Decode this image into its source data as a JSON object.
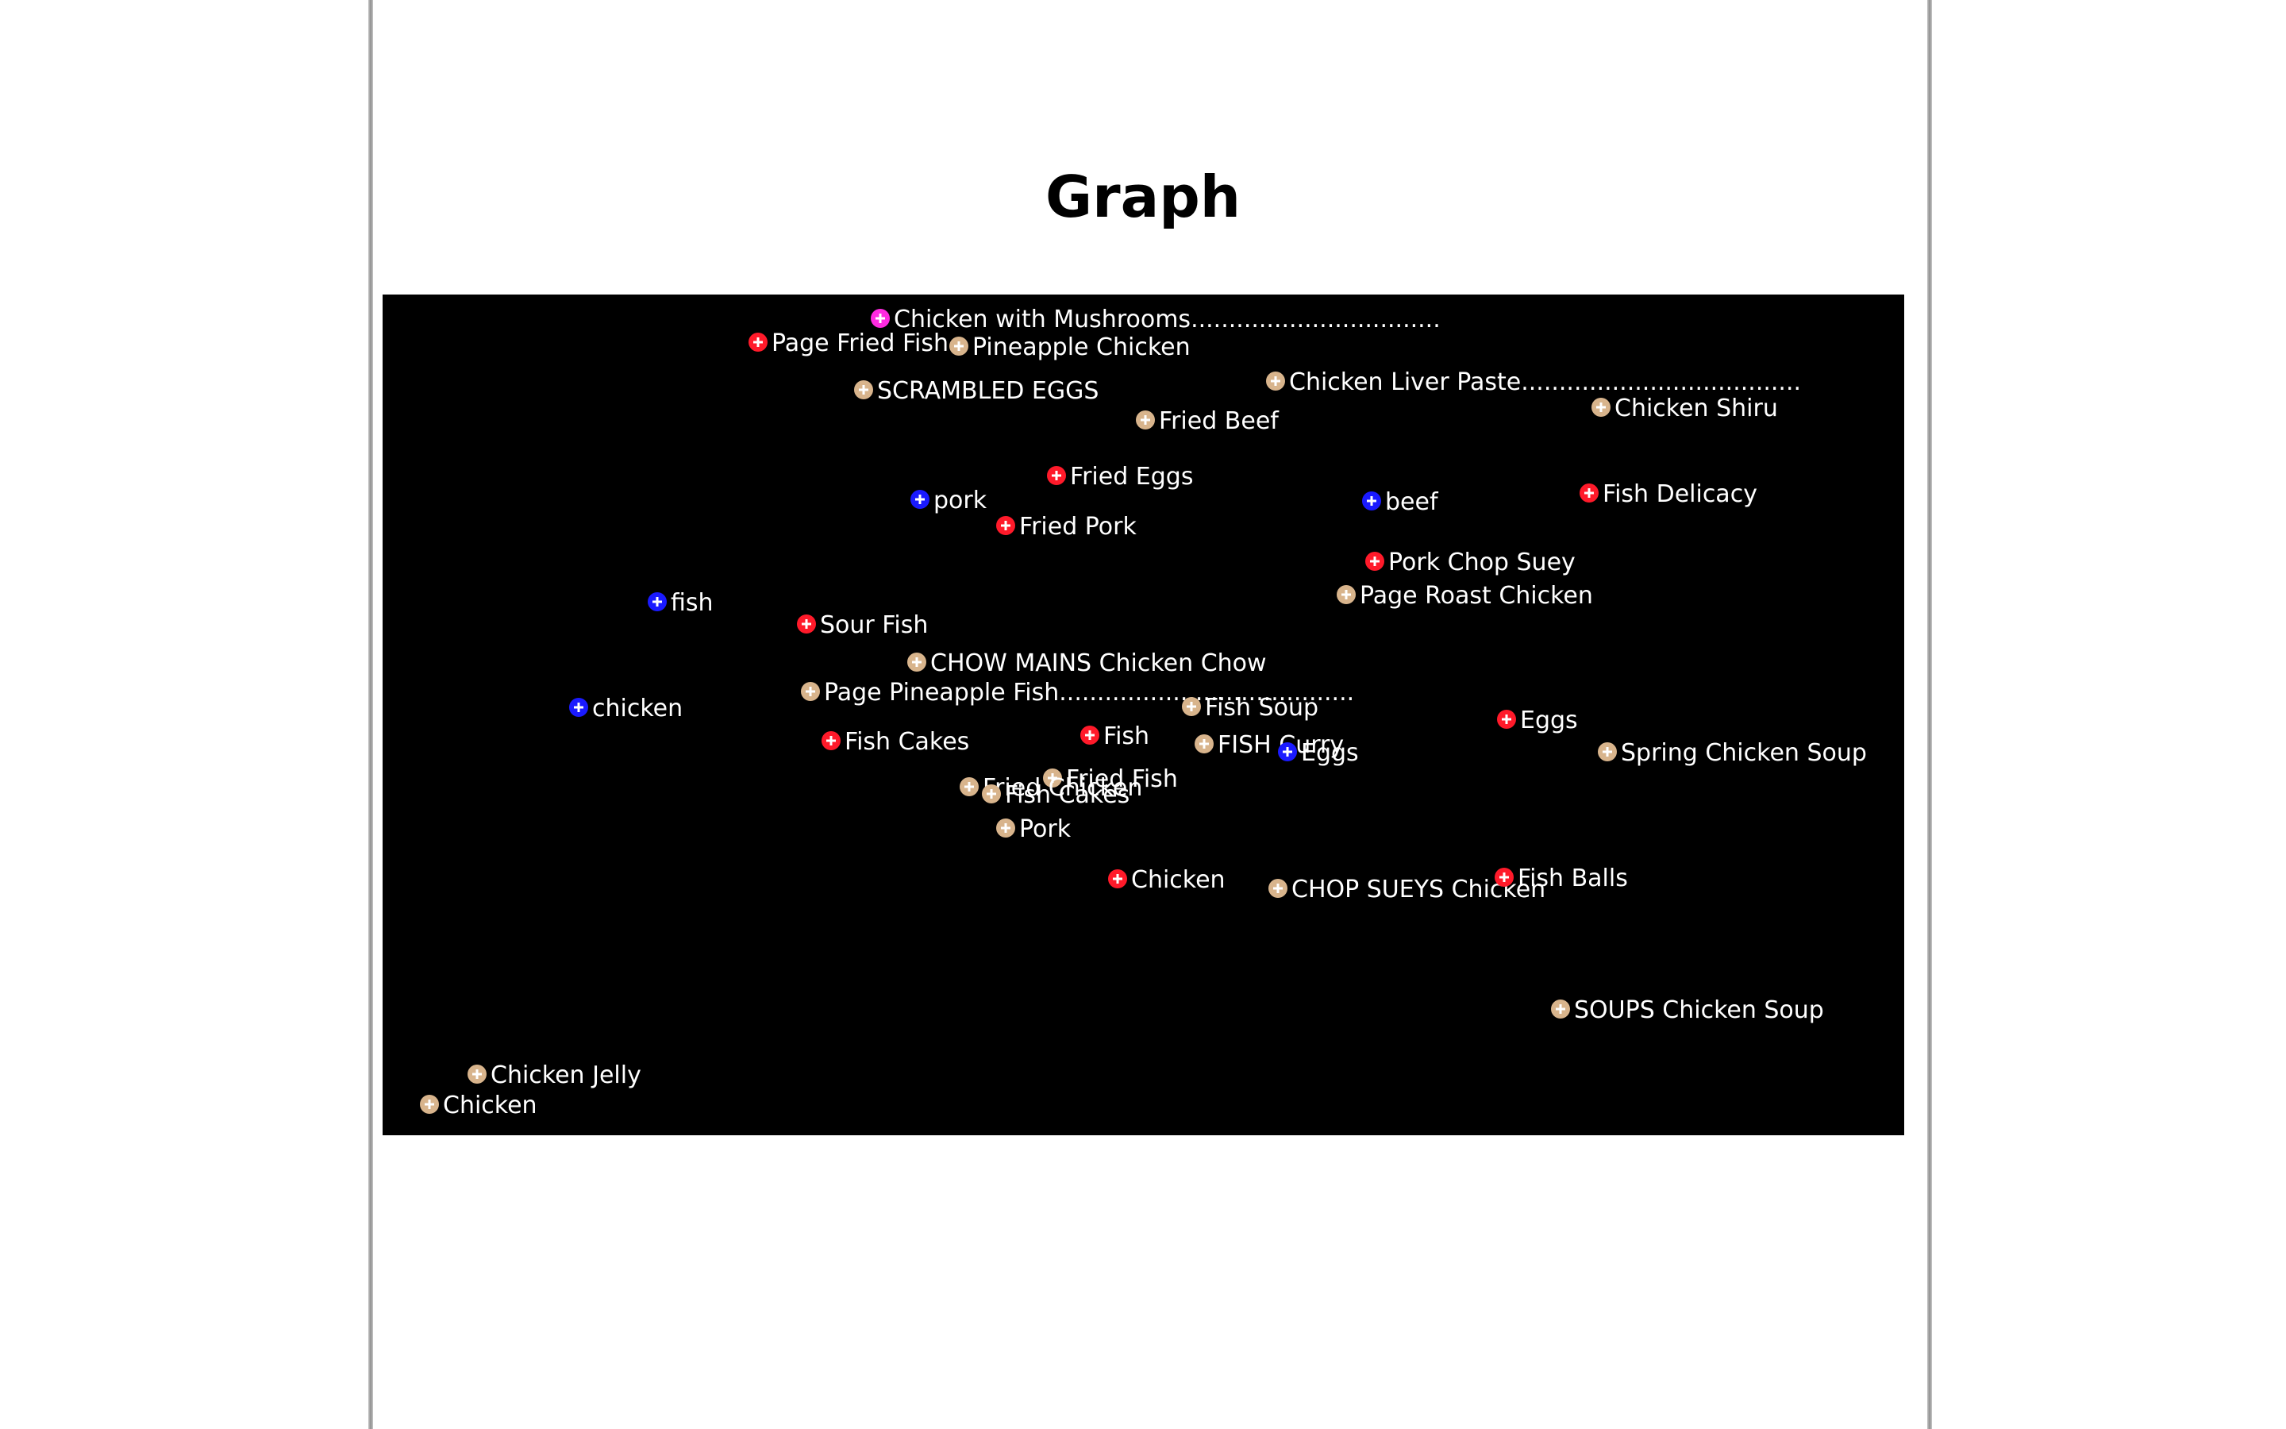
{
  "page": {
    "title": "Graph"
  },
  "graph": {
    "background": "#000000",
    "category_colors": {
      "concept": "#1a1aff",
      "recipe": "#ff1a2a",
      "dish": "#d8b48c",
      "selected": "#ff2ae0"
    },
    "nodes": [
      {
        "label": "Chicken with Mushrooms.................................",
        "category": "selected"
      },
      {
        "label": "Page Fried Fish",
        "category": "recipe"
      },
      {
        "label": "Pineapple Chicken",
        "category": "dish"
      },
      {
        "label": "Chicken Liver Paste.....................................",
        "category": "dish"
      },
      {
        "label": "SCRAMBLED EGGS",
        "category": "dish"
      },
      {
        "label": "Chicken Shiru",
        "category": "dish"
      },
      {
        "label": "Fried Beef",
        "category": "dish"
      },
      {
        "label": "Fried Eggs",
        "category": "recipe"
      },
      {
        "label": "Fish Delicacy",
        "category": "recipe"
      },
      {
        "label": "pork",
        "category": "concept"
      },
      {
        "label": "beef",
        "category": "concept"
      },
      {
        "label": "Fried Pork",
        "category": "recipe"
      },
      {
        "label": "Pork Chop Suey",
        "category": "recipe"
      },
      {
        "label": "Page Roast Chicken",
        "category": "dish"
      },
      {
        "label": "fish",
        "category": "concept"
      },
      {
        "label": "Sour Fish",
        "category": "recipe"
      },
      {
        "label": "CHOW MAINS Chicken Chow",
        "category": "dish"
      },
      {
        "label": "Page Pineapple Fish.......................................",
        "category": "dish"
      },
      {
        "label": "chicken",
        "category": "concept"
      },
      {
        "label": "Fish Soup",
        "category": "dish"
      },
      {
        "label": "Eggs",
        "category": "recipe"
      },
      {
        "label": "Fish",
        "category": "recipe"
      },
      {
        "label": "Fish Cakes",
        "category": "recipe"
      },
      {
        "label": "FISH Curry",
        "category": "dish"
      },
      {
        "label": "Eggs",
        "category": "concept"
      },
      {
        "label": "Spring Chicken Soup",
        "category": "dish"
      },
      {
        "label": "Fried Fish",
        "category": "dish"
      },
      {
        "label": "Fried Chicken",
        "category": "dish"
      },
      {
        "label": "Fish Cakes",
        "category": "dish"
      },
      {
        "label": "Pork",
        "category": "dish"
      },
      {
        "label": "Chicken",
        "category": "recipe"
      },
      {
        "label": "CHOP SUEYS Chicken",
        "category": "dish"
      },
      {
        "label": "Fish Balls",
        "category": "recipe"
      },
      {
        "label": "SOUPS Chicken Soup",
        "category": "dish"
      },
      {
        "label": "Chicken Jelly",
        "category": "dish"
      },
      {
        "label": "Chicken",
        "category": "dish"
      }
    ]
  }
}
